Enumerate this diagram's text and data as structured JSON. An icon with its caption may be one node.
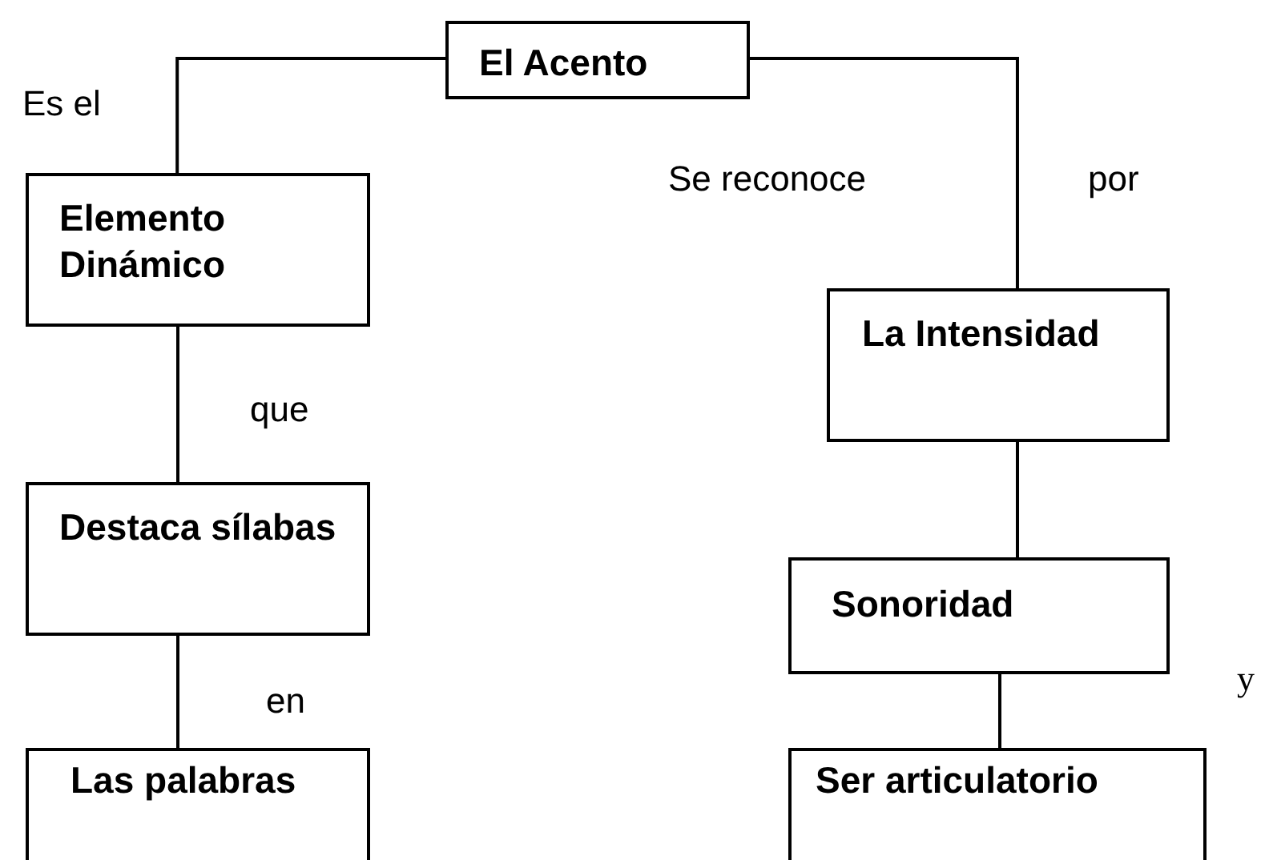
{
  "diagram": {
    "nodes": [
      {
        "text": [
          "El  Acento"
        ]
      },
      {
        "text": [
          "Elemento Dinámico"
        ]
      },
      {
        "text": [
          "Destaca sílabas"
        ]
      },
      {
        "text": [
          "Las palabras"
        ]
      },
      {
        "text": [
          "La Intensidad"
        ]
      },
      {
        "text": [
          "Sonoridad"
        ]
      },
      {
        "text": [
          "Ser articulatorio"
        ]
      }
    ],
    "edges": [
      {
        "from": 0,
        "to": 1,
        "arrow": "none",
        "label": "Es el"
      },
      {
        "from": 1,
        "to": 2,
        "arrow": "none",
        "label": "que"
      },
      {
        "from": 2,
        "to": 3,
        "arrow": "none",
        "label": "en"
      },
      {
        "from": 0,
        "to": 4,
        "arrow": "none"
      },
      {
        "from": 4,
        "to": 5,
        "arrow": "none"
      },
      {
        "from": 5,
        "to": 6,
        "arrow": "none"
      }
    ],
    "labels": [
      "Se reconoce",
      "por",
      "y"
    ]
  }
}
